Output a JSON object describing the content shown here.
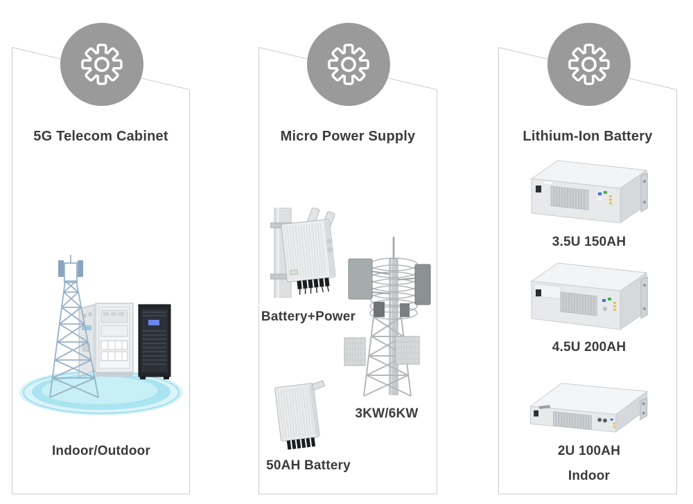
{
  "diagram": {
    "columns": [
      {
        "id": "telecom-cabinet",
        "icon": "gear-icon",
        "title": "5G Telecom Cabinet",
        "illustrations": [
          "lattice-telecom-tower",
          "outdoor-cabinet",
          "indoor-rack",
          "glow-platform"
        ],
        "labels": {
          "footer": "Indoor/Outdoor"
        }
      },
      {
        "id": "micro-power-supply",
        "icon": "gear-icon",
        "title": "Micro Power Supply",
        "illustrations": [
          "pole-mounted-power-box",
          "monopole-antenna-tower",
          "finned-battery-box"
        ],
        "labels": {
          "pole_mounted_unit": "Battery+Power",
          "tower_unit": "3KW/6KW",
          "battery_unit": "50AH Battery"
        }
      },
      {
        "id": "lithium-ion-battery",
        "icon": "gear-icon",
        "title": "Lithium-Ion Battery",
        "illustrations": [
          "rack-battery-3-5u",
          "rack-battery-4-5u",
          "rack-battery-2u"
        ],
        "products": [
          {
            "label": "3.5U 150AH"
          },
          {
            "label": "4.5U 200AH"
          },
          {
            "label": "2U 100AH"
          }
        ],
        "labels": {
          "footer": "Indoor"
        }
      }
    ],
    "colors": {
      "icon_circle": "#9A9A9A",
      "icon_glyph": "#FFFFFF",
      "panel_border": "#CBCBCB",
      "heading_text": "#3B3B3B",
      "platform_glow": "#A9E4F0",
      "background": "#FFFFFF"
    }
  }
}
